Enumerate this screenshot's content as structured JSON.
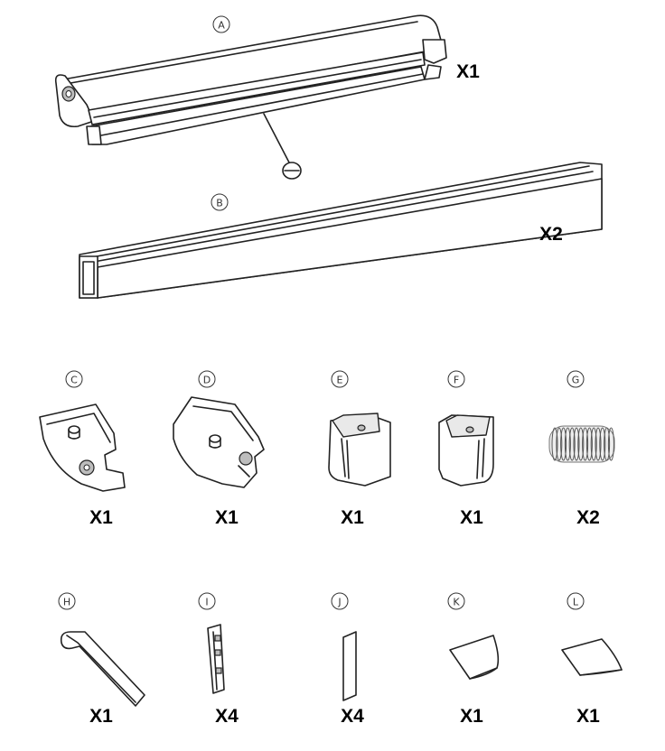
{
  "parts": [
    {
      "id": "A",
      "qty": "X1"
    },
    {
      "id": "B",
      "qty": "X2"
    },
    {
      "id": "C",
      "qty": "X1"
    },
    {
      "id": "D",
      "qty": "X1"
    },
    {
      "id": "E",
      "qty": "X1"
    },
    {
      "id": "F",
      "qty": "X1"
    },
    {
      "id": "G",
      "qty": "X2"
    },
    {
      "id": "H",
      "qty": "X1"
    },
    {
      "id": "I",
      "qty": "X4"
    },
    {
      "id": "J",
      "qty": "X4"
    },
    {
      "id": "K",
      "qty": "X1"
    },
    {
      "id": "L",
      "qty": "X1"
    }
  ],
  "icons": {
    "A": "roller-blind-headrail-icon",
    "B": "bottom-rail-profile-icon",
    "C": "mounting-bracket-left-icon",
    "D": "mounting-bracket-right-icon",
    "E": "end-cap-left-icon",
    "F": "end-cap-right-icon",
    "G": "spring-icon",
    "H": "hex-key-icon",
    "I": "clip-insert-icon",
    "J": "strip-icon",
    "K": "cover-cap-left-icon",
    "L": "cover-cap-right-icon"
  }
}
